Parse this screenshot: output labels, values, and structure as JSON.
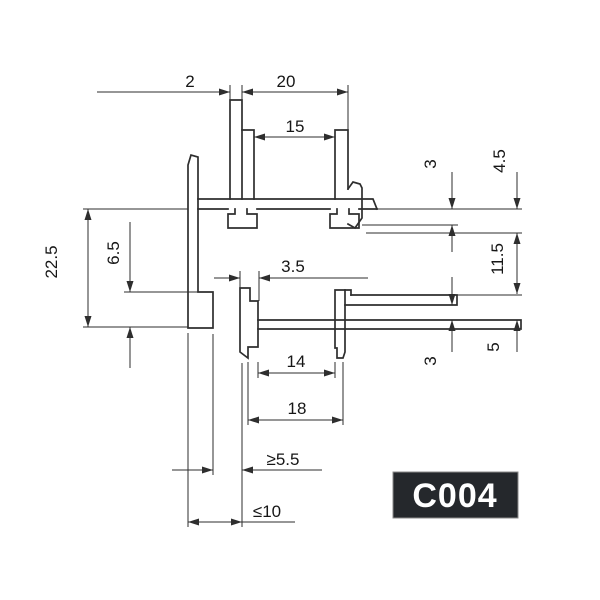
{
  "drawing": {
    "title": "profile-cross-section",
    "product_code": "C004",
    "dimensions": {
      "fin_thickness": "2",
      "top_channel_outer_width": "20",
      "top_channel_inner_width": "15",
      "upper_right_gap": "3",
      "upper_right_depth": "4.5",
      "left_total_height": "22.5",
      "left_step_height": "6.5",
      "lower_wall_thickness": "3.5",
      "right_middle_gap": "11.5",
      "lower_channel_inner_width": "14",
      "lower_right_slot": "3",
      "lower_right_depth": "5",
      "lower_channel_outer_width": "18",
      "clearance_min": "≥5.5",
      "clearance_max": "≤10"
    },
    "colors": {
      "line": "#2e2e2e",
      "label_bg": "#25282c",
      "label_border": "#8a8a8a",
      "label_fg": "#ffffff",
      "background": "#ffffff"
    }
  }
}
